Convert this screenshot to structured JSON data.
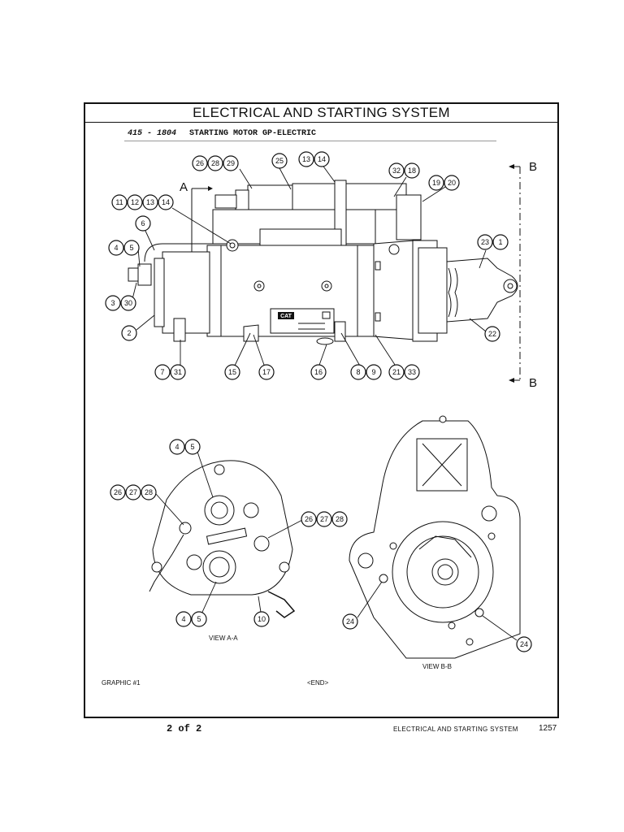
{
  "header": {
    "title": "ELECTRICAL AND STARTING SYSTEM"
  },
  "part": {
    "number": "415 - 1804",
    "name": "STARTING MOTOR GP-ELECTRIC"
  },
  "sections": {
    "a": "A",
    "b": "B"
  },
  "callouts": {
    "c1": "26",
    "c2": "28",
    "c3": "29",
    "c4": "25",
    "c5": "13",
    "c6": "14",
    "c7": "32",
    "c8": "18",
    "c9": "19",
    "c10": "20",
    "c11": "11",
    "c12": "12",
    "c13": "13",
    "c14": "14",
    "c15": "6",
    "c16": "4",
    "c17": "5",
    "c18": "23",
    "c19": "1",
    "c20": "3",
    "c21": "30",
    "c22": "2",
    "c23": "22",
    "c24": "7",
    "c25": "31",
    "c26": "15",
    "c27": "17",
    "c28": "16",
    "c29": "8",
    "c30": "9",
    "c31": "21",
    "c32": "33",
    "c33": "4",
    "c34": "5",
    "c35": "26",
    "c36": "27",
    "c37": "28",
    "c38": "26",
    "c39": "27",
    "c40": "28",
    "c41": "4",
    "c42": "5",
    "c43": "10",
    "c44": "24",
    "c45": "24"
  },
  "nameplate": {
    "logo": "CAT"
  },
  "views": {
    "aa": "VIEW A-A",
    "bb": "VIEW B-B"
  },
  "notes": {
    "graphic": "GRAPHIC #1",
    "end": "<END>"
  },
  "footer": {
    "page_of": "2 of 2",
    "title": "ELECTRICAL AND STARTING SYSTEM",
    "page_number": "1257"
  }
}
